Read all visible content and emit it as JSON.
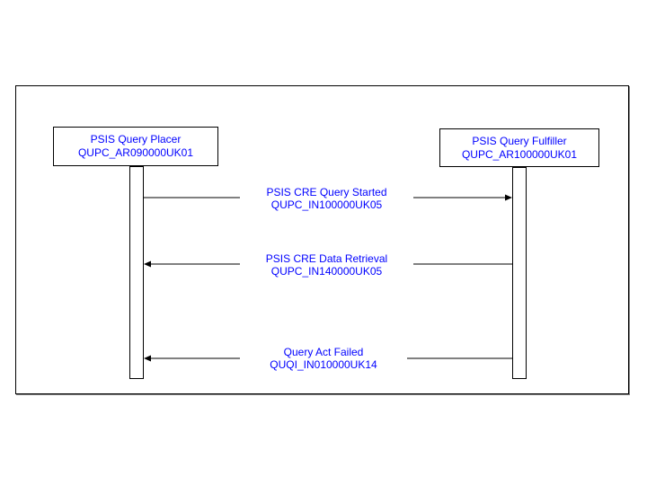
{
  "actors": {
    "placer": {
      "name": "PSIS Query Placer",
      "code": "QUPC_AR090000UK01"
    },
    "fulfiller": {
      "name": "PSIS Query Fulfiller",
      "code": "QUPC_AR100000UK01"
    }
  },
  "messages": [
    {
      "label": "PSIS CRE Query Started",
      "code": "QUPC_IN100000UK05",
      "direction": "placer-to-fulfiller"
    },
    {
      "label": "PSIS CRE Data Retrieval",
      "code": "QUPC_IN140000UK05",
      "direction": "fulfiller-to-placer"
    },
    {
      "label": "Query Act Failed",
      "code": "QUQI_IN010000UK14",
      "direction": "fulfiller-to-placer"
    }
  ],
  "colors": {
    "text": "#0000ff",
    "lines": "#000000",
    "background": "#ffffff"
  }
}
